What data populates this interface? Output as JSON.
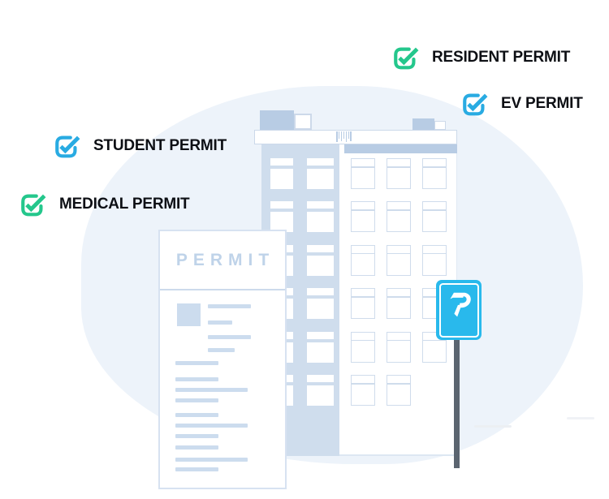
{
  "labels": {
    "resident": {
      "text": "RESIDENT PERMIT",
      "icon": "checkmark-icon",
      "icon_color": "green"
    },
    "ev": {
      "text": "EV PERMIT",
      "icon": "checkmark-icon",
      "icon_color": "blue"
    },
    "student": {
      "text": "STUDENT PERMIT",
      "icon": "checkmark-icon",
      "icon_color": "blue"
    },
    "medical": {
      "text": "MEDICAL PERMIT",
      "icon": "checkmark-icon",
      "icon_color": "green"
    }
  },
  "permit_card": {
    "title": "PERMIT"
  },
  "parking_sign": {
    "symbol": "P"
  },
  "colors": {
    "green": "#24c78c",
    "blue": "#29abe2",
    "sign_blue": "#29b9ec",
    "tower": "#cfdded",
    "band": "#b8cce4",
    "line": "#ccdcee",
    "blob": "#edf3fa",
    "pole": "#5b6570",
    "text": "#0d0f14",
    "header_text": "#bfd3e9"
  },
  "illustration": {
    "building": {
      "tower_window_rows": 6,
      "tower_window_cols": 2,
      "facade_window_rows": 6,
      "facade_window_cols": 3,
      "facade_skipped_windows": [
        [
          6,
          3
        ]
      ],
      "vent_line_count": 7
    },
    "permit_card_placeholders": {
      "info_line_widths": [
        53,
        30,
        53,
        33
      ],
      "list_line_widths": [
        53,
        53,
        89,
        53,
        53,
        89,
        53,
        53,
        89,
        53
      ]
    }
  }
}
